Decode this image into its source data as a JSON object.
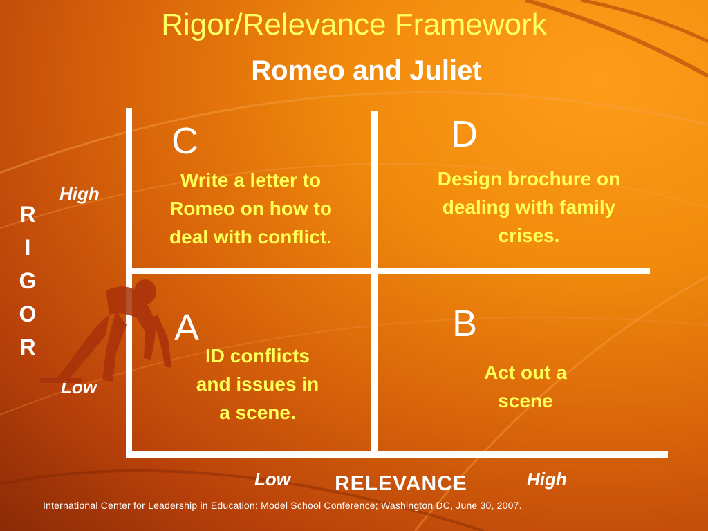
{
  "title": "Rigor/Relevance Framework",
  "subtitle": "Romeo and Juliet",
  "quadrants": {
    "c": {
      "letter": "C",
      "text_lines": [
        "Write a letter to",
        "Romeo on how to",
        "deal with conflict."
      ]
    },
    "d": {
      "letter": "D",
      "text_lines": [
        "Design brochure on",
        "dealing with family",
        "crises."
      ]
    },
    "a": {
      "letter": "A",
      "text_lines": [
        "ID conflicts",
        "and issues in",
        "a scene."
      ]
    },
    "b": {
      "letter": "B",
      "text_lines": [
        "Act out a",
        "scene"
      ]
    }
  },
  "rigor_axis": {
    "letters": [
      "R",
      "I",
      "G",
      "O",
      "R"
    ],
    "high_label": "High",
    "low_label": "Low"
  },
  "relevance_axis": {
    "label": "RELEVANCE",
    "low_label": "Low",
    "high_label": "High"
  },
  "footer": "International Center for Leadership in Education: Model School Conference; Washington DC, June 30, 2007.",
  "colors": {
    "title": "#ffff66",
    "cell_text": "#ffff55",
    "lines": "#ffffff",
    "background": "#e07a0c"
  }
}
